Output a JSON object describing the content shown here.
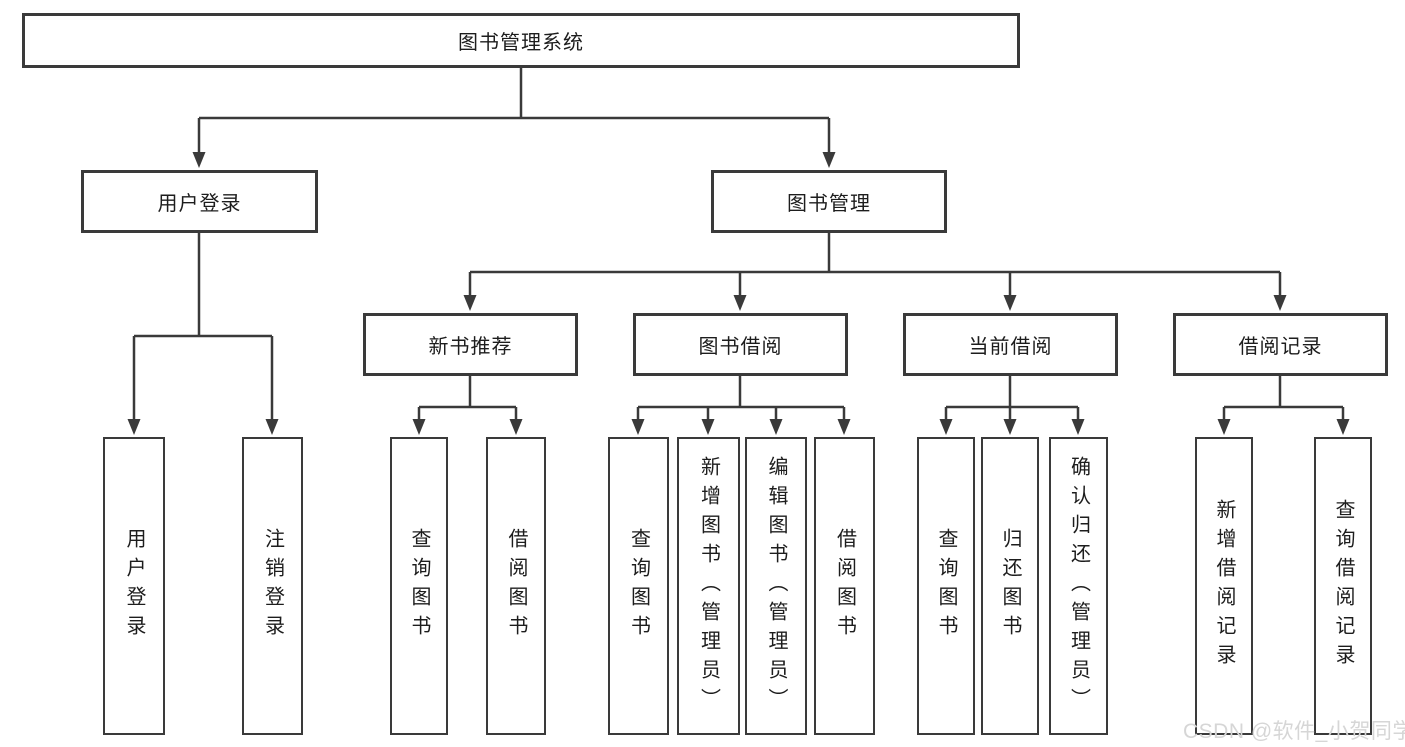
{
  "nodes": {
    "root": "图书管理系统",
    "user_login": "用户登录",
    "book_mgmt": "图书管理",
    "new_book": "新书推荐",
    "book_borrow": "图书借阅",
    "current_borrow": "当前借阅",
    "borrow_record": "借阅记录",
    "leaf_user_login": "用户登录",
    "leaf_logout": "注销登录",
    "leaf_nb_query": "查询图书",
    "leaf_nb_borrow": "借阅图书",
    "leaf_bb_query": "查询图书",
    "leaf_bb_add": "新增图书（管理员）",
    "leaf_bb_edit": "编辑图书（管理员）",
    "leaf_bb_borrow": "借阅图书",
    "leaf_cb_query": "查询图书",
    "leaf_cb_return": "归还图书",
    "leaf_cb_confirm": "确认归还（管理员）",
    "leaf_br_add": "新增借阅记录",
    "leaf_br_query": "查询借阅记录"
  },
  "watermark": "CSDN @软件_小贺同学",
  "colors": {
    "line": "#3a3a3a",
    "box_border": "#3a3a3a",
    "box_fill": "#ffffff",
    "text": "#1d1d1d",
    "watermark": "#d6d6d6"
  }
}
